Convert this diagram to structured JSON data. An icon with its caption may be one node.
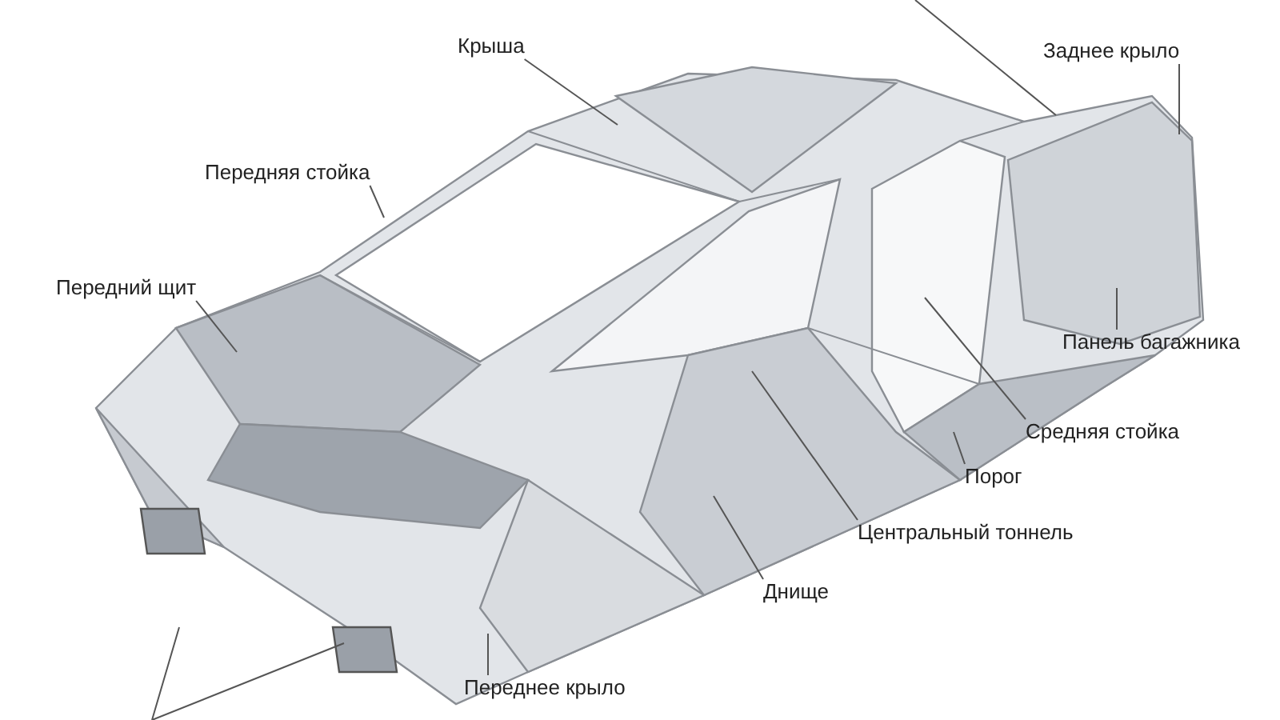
{
  "diagram": {
    "nodes": [
      {
        "text": [
          "Крыша"
        ]
      },
      {
        "text": [
          "Передняя стойка"
        ]
      },
      {
        "text": [
          "Передний щит"
        ]
      },
      {
        "text": [
          "Заднее крыло"
        ]
      },
      {
        "text": [
          "Панель багажника"
        ]
      },
      {
        "text": [
          "Средняя стойка"
        ]
      },
      {
        "text": [
          "Порог"
        ]
      },
      {
        "text": [
          "Центральный тоннель"
        ]
      },
      {
        "text": [
          "Днище"
        ]
      },
      {
        "text": [
          "Переднее крыло"
        ]
      }
    ],
    "edges": [
      {
        "from": 0,
        "to": null,
        "arrow": "none"
      },
      {
        "from": 1,
        "to": null,
        "arrow": "none"
      },
      {
        "from": 2,
        "to": null,
        "arrow": "none"
      },
      {
        "from": 3,
        "to": null,
        "arrow": "none"
      },
      {
        "from": 4,
        "to": null,
        "arrow": "none"
      },
      {
        "from": 5,
        "to": null,
        "arrow": "none"
      },
      {
        "from": 6,
        "to": null,
        "arrow": "none"
      },
      {
        "from": 7,
        "to": null,
        "arrow": "none"
      },
      {
        "from": 8,
        "to": null,
        "arrow": "none"
      },
      {
        "from": 9,
        "to": null,
        "arrow": "none"
      }
    ]
  }
}
